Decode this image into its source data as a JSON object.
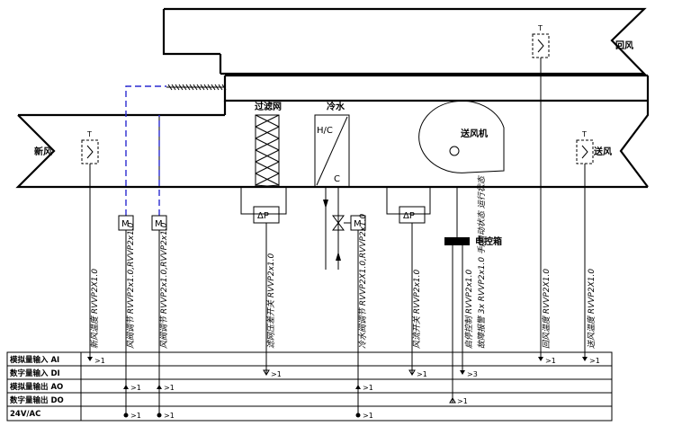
{
  "labels": {
    "fresh_air": "新风",
    "return_air": "回风",
    "supply_air": "送风",
    "filter": "过滤网",
    "chilled_water": "冷水",
    "fan": "送风机",
    "coil_top": "H/C",
    "coil_bottom": "C",
    "dp": "ΔP",
    "motor": "M",
    "electric_cabinet": "电控箱",
    "sensor_fresh": "T",
    "sensor_return": "T",
    "sensor_supply": "T"
  },
  "rows": [
    "模拟量输入 AI",
    "数字量输入 DI",
    "模拟量输出 AO",
    "数字量输出 DO",
    "24V/AC"
  ],
  "cables": [
    "新风温度 RVVP2X1.0",
    "风阀调节 RVVP2x1.0,RVVP2x1.0",
    "风阀调节 RVVP2x1.0,RVVP2x1.0",
    "滤网压差开关 RVVP2x1.0",
    "冷水阀调节 RVVP2X1.0,RVVP2x1.0",
    "风流开关 RVVP2x1.0",
    "启停控制 RVVP2x1.0",
    "故障报警 3x RVVP2x1.0 手/自动状态 运行状态",
    "回风温度 RVVP2X1.0",
    "送风温度 RVVP2X1.0"
  ],
  "counts": {
    "ai_fresh": ">1",
    "ai_return": ">1",
    "ai_supply": ">1",
    "di_filter": ">1",
    "di_flow": ">1",
    "di_fault": ">3",
    "ao_damper1": ">1",
    "ao_damper2": ">1",
    "ao_valve": ">1",
    "do_start": ">1",
    "v24_damper1": ">1",
    "v24_damper2": ">1",
    "v24_valve": ">1"
  }
}
